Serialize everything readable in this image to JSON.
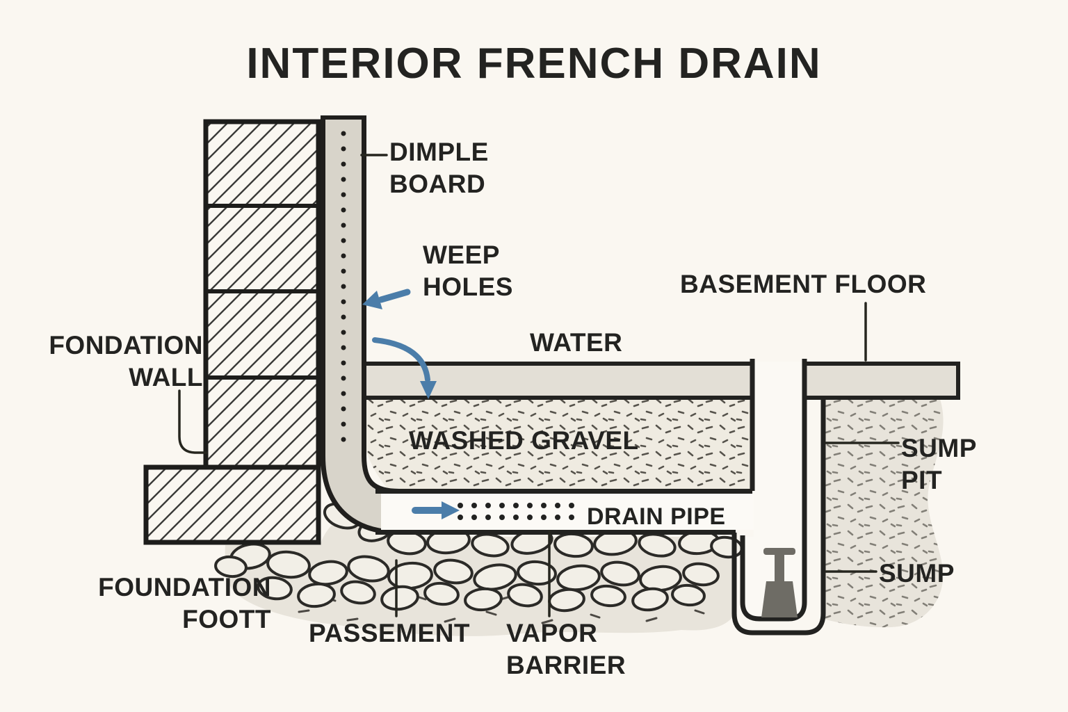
{
  "title": "INTERIOR FRENCH DRAIN",
  "labels": {
    "dimple_board": "DIMPLE\nBOARD",
    "weep_holes": "WEEP\nHOLES",
    "foundation_wall": "FONDATION\nWALL",
    "water": "WATER",
    "basement_floor": "BASEMENT FLOOR",
    "washed_gravel": "WASHED GRAVEL",
    "sump_pit": "SUMP\nPIT",
    "drain_pipe": "DRAIN PIPE",
    "sump": "SUMP",
    "foundation_footing": "FOUNDATION\nFOOTT",
    "basement": "PASSEMENT",
    "vapor_barrier": "VAPOR\nBARRIER"
  },
  "colors": {
    "background": "#FAF7F1",
    "line": "#222220",
    "arrow_blue": "#4B7DA9",
    "concrete_fill": "#E3DFD6",
    "gravel_fill": "#EFEBE1",
    "board_fill": "#D8D4CA",
    "ground_fill": "#E8E4DB",
    "cobble_fill": "#F2EFE7",
    "valve_fill": "#6E6C65"
  }
}
